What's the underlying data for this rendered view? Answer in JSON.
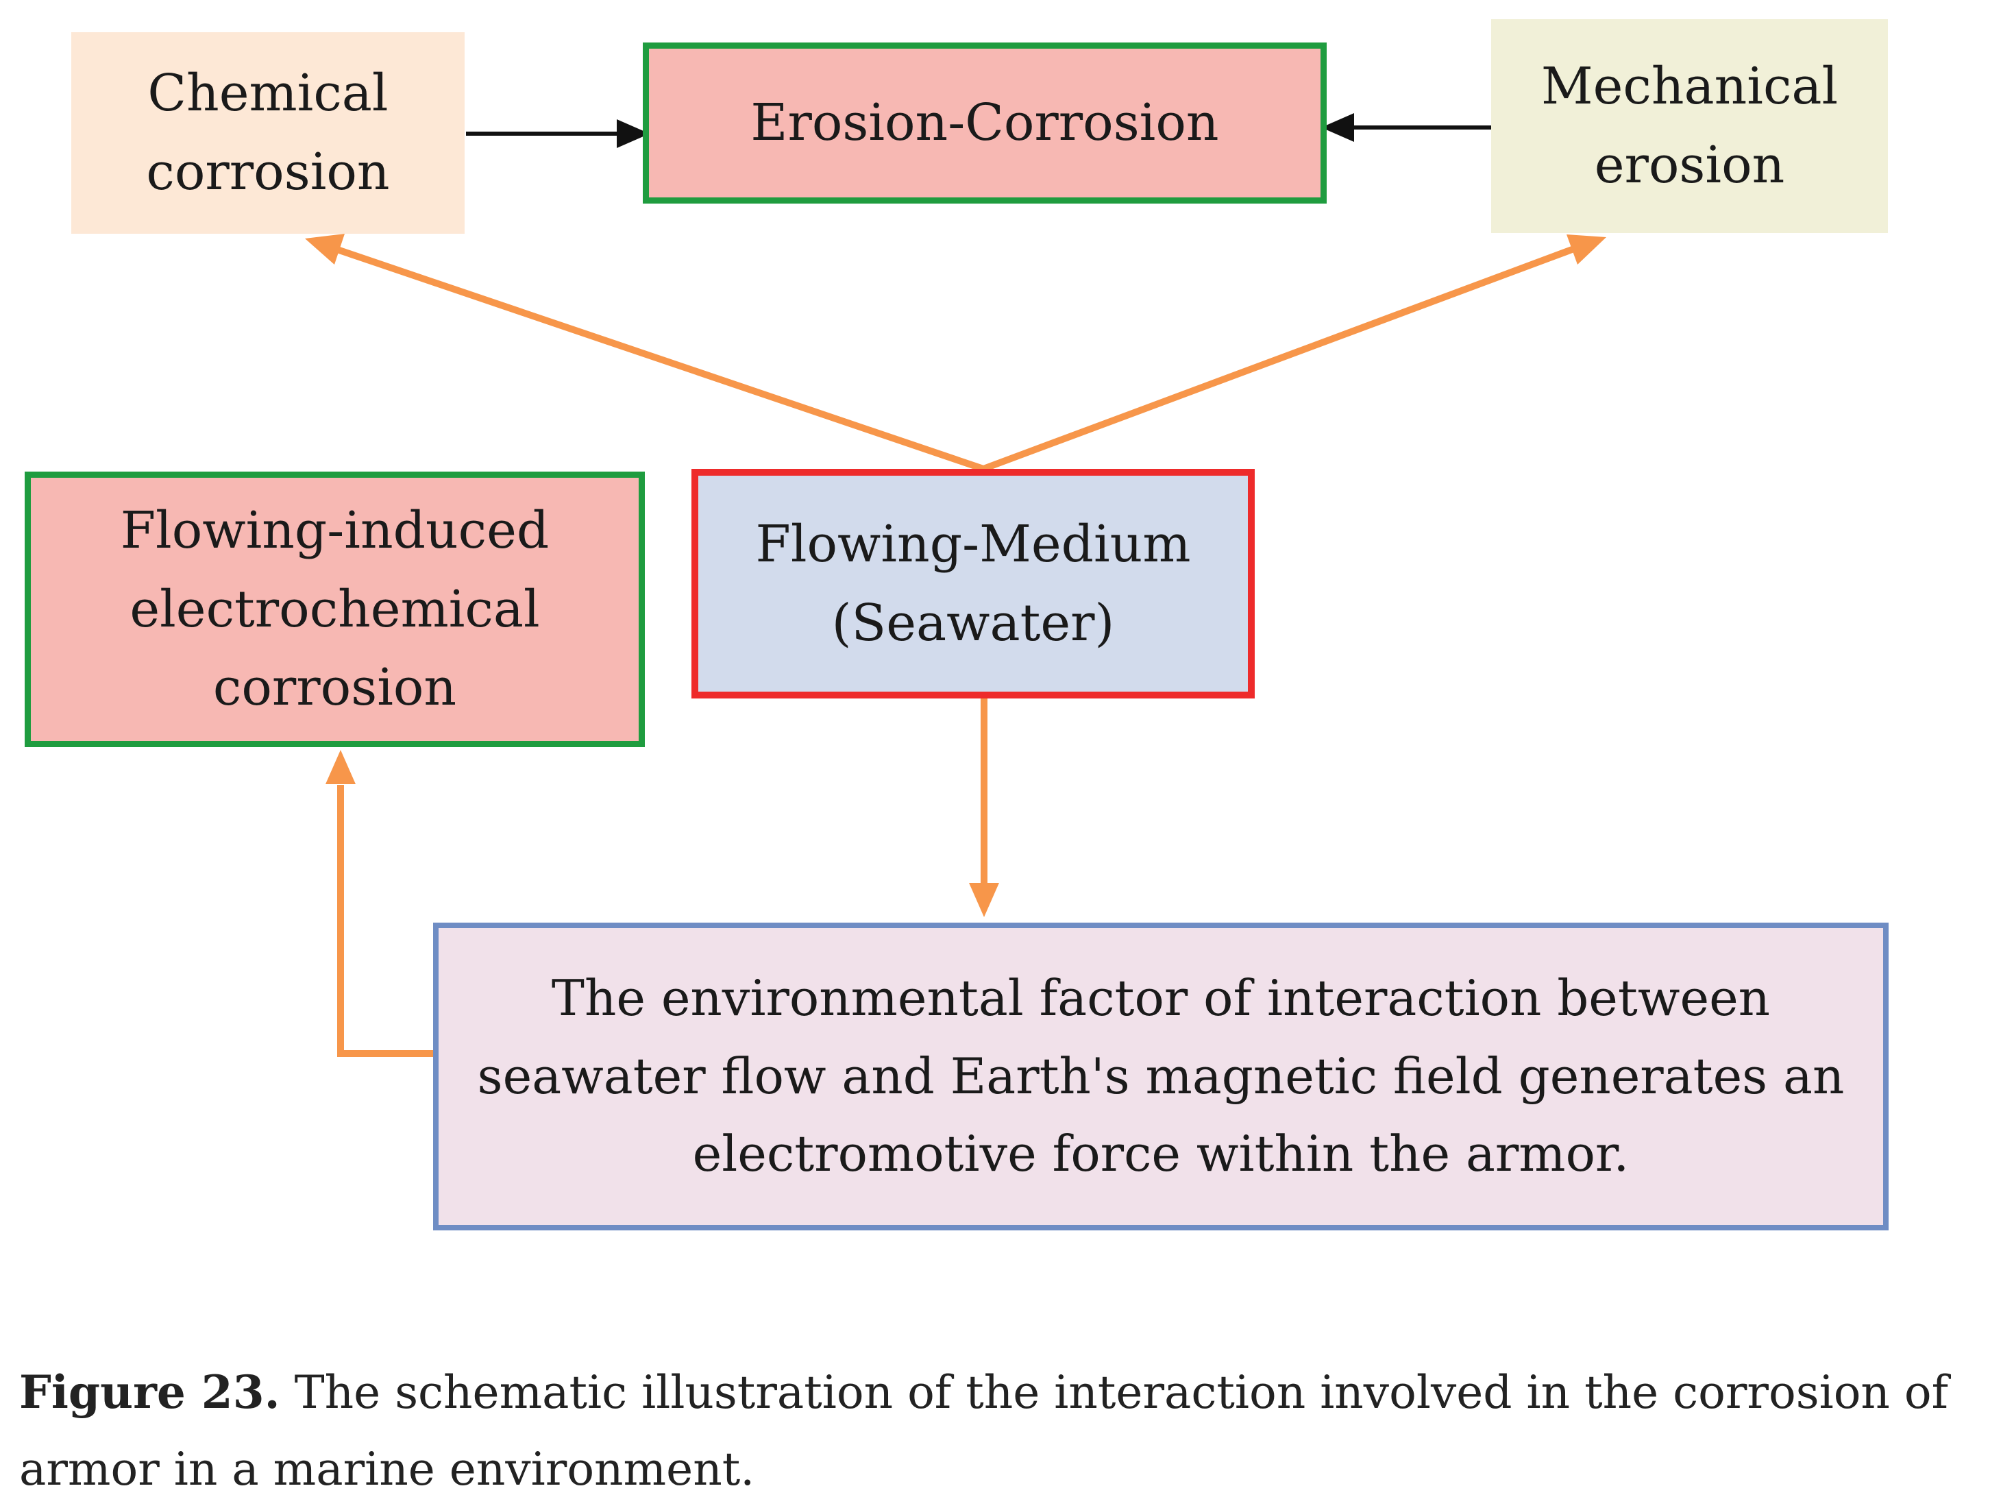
{
  "nodes": {
    "chemical_corrosion": {
      "lines": [
        "Chemical",
        "corrosion"
      ],
      "fill": "#fde8d6"
    },
    "erosion_corrosion": {
      "lines": [
        "Erosion-Corrosion"
      ],
      "fill": "#f7b8b3",
      "border": "#1f9c3f"
    },
    "mechanical_erosion": {
      "lines": [
        "Mechanical",
        "erosion"
      ],
      "fill": "#f1f0d8"
    },
    "flowing_induced": {
      "lines": [
        "Flowing-induced",
        "electrochemical",
        "corrosion"
      ],
      "fill": "#f7b8b3",
      "border": "#1f9c3f"
    },
    "flowing_medium": {
      "lines": [
        "Flowing-Medium",
        "(Seawater)"
      ],
      "fill": "#d2dbec",
      "border": "#ee2b2b"
    },
    "environmental_factor": {
      "lines": [
        "The environmental factor of interaction between",
        "seawater flow and Earth's magnetic field generates an",
        "electromotive force within the armor."
      ],
      "fill": "#f1e1ea",
      "border": "#6f8dc4"
    }
  },
  "edges": [
    {
      "from": "chemical_corrosion",
      "to": "erosion_corrosion",
      "color": "#111111"
    },
    {
      "from": "mechanical_erosion",
      "to": "erosion_corrosion",
      "color": "#111111"
    },
    {
      "from": "flowing_medium",
      "to": "chemical_corrosion",
      "color": "#f7964a"
    },
    {
      "from": "flowing_medium",
      "to": "mechanical_erosion",
      "color": "#f7964a"
    },
    {
      "from": "flowing_medium",
      "to": "environmental_factor",
      "color": "#f7964a"
    },
    {
      "from": "environmental_factor",
      "to": "flowing_induced",
      "color": "#f7964a"
    }
  ],
  "caption": {
    "label": "Figure 23.",
    "text": "The schematic illustration of the interaction involved in the corrosion of armor in a marine environment."
  }
}
